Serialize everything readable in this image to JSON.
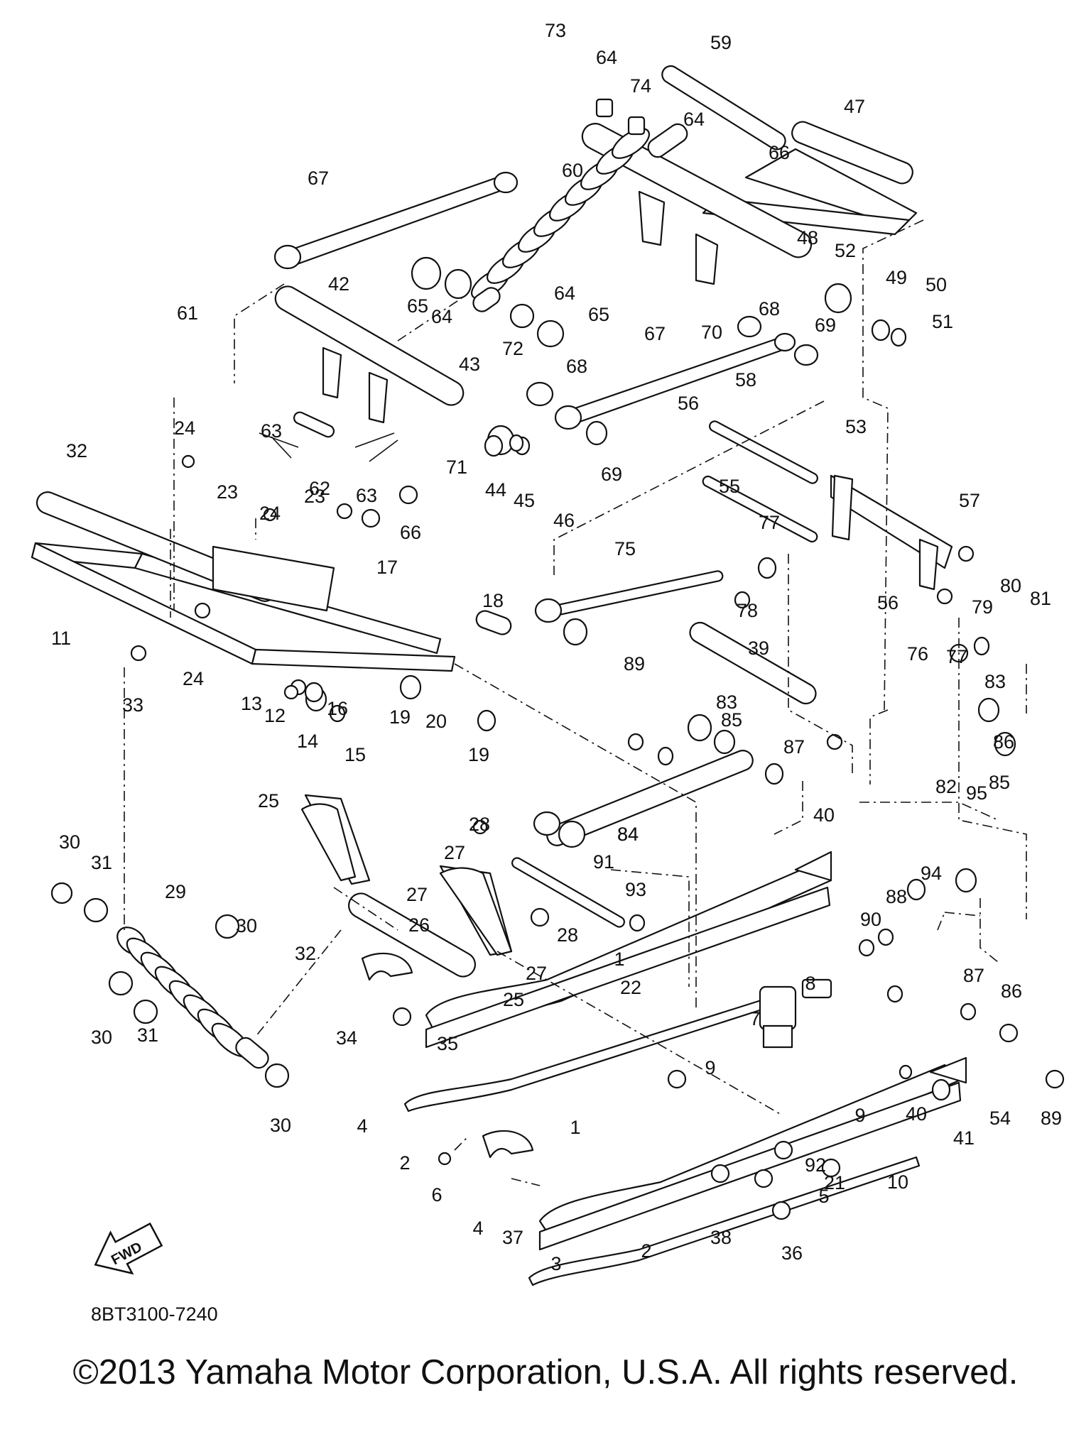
{
  "diagram": {
    "drawing_code": "8BT3100-7240",
    "direction_badge": "FWD",
    "copyright": "©2013 Yamaha Motor Corporation, U.S.A. All rights reserved.",
    "part_labels": [
      "73",
      "64",
      "74",
      "59",
      "64",
      "66",
      "47",
      "67",
      "60",
      "48",
      "52",
      "49",
      "50",
      "51",
      "42",
      "65",
      "64",
      "64",
      "65",
      "67",
      "70",
      "68",
      "69",
      "61",
      "43",
      "72",
      "68",
      "58",
      "56",
      "53",
      "24",
      "63",
      "62",
      "63",
      "71",
      "44",
      "45",
      "46",
      "69",
      "55",
      "57",
      "32",
      "23",
      "24",
      "23",
      "66",
      "75",
      "77",
      "17",
      "18",
      "78",
      "56",
      "81",
      "80",
      "79",
      "11",
      "24",
      "33",
      "13",
      "12",
      "14",
      "16",
      "15",
      "19",
      "20",
      "19",
      "84",
      "89",
      "39",
      "83",
      "85",
      "77",
      "76",
      "83",
      "86",
      "87",
      "40",
      "82",
      "85",
      "25",
      "28",
      "27",
      "91",
      "84",
      "95",
      "30",
      "31",
      "29",
      "27",
      "26",
      "93",
      "94",
      "88",
      "90",
      "30",
      "32",
      "28",
      "27",
      "25",
      "1",
      "87",
      "86",
      "8",
      "7",
      "30",
      "31",
      "34",
      "35",
      "4",
      "22",
      "9",
      "40",
      "54",
      "89",
      "41",
      "30",
      "2",
      "1",
      "9",
      "6",
      "4",
      "10",
      "92",
      "21",
      "5",
      "37",
      "38",
      "2",
      "36",
      "3"
    ]
  }
}
